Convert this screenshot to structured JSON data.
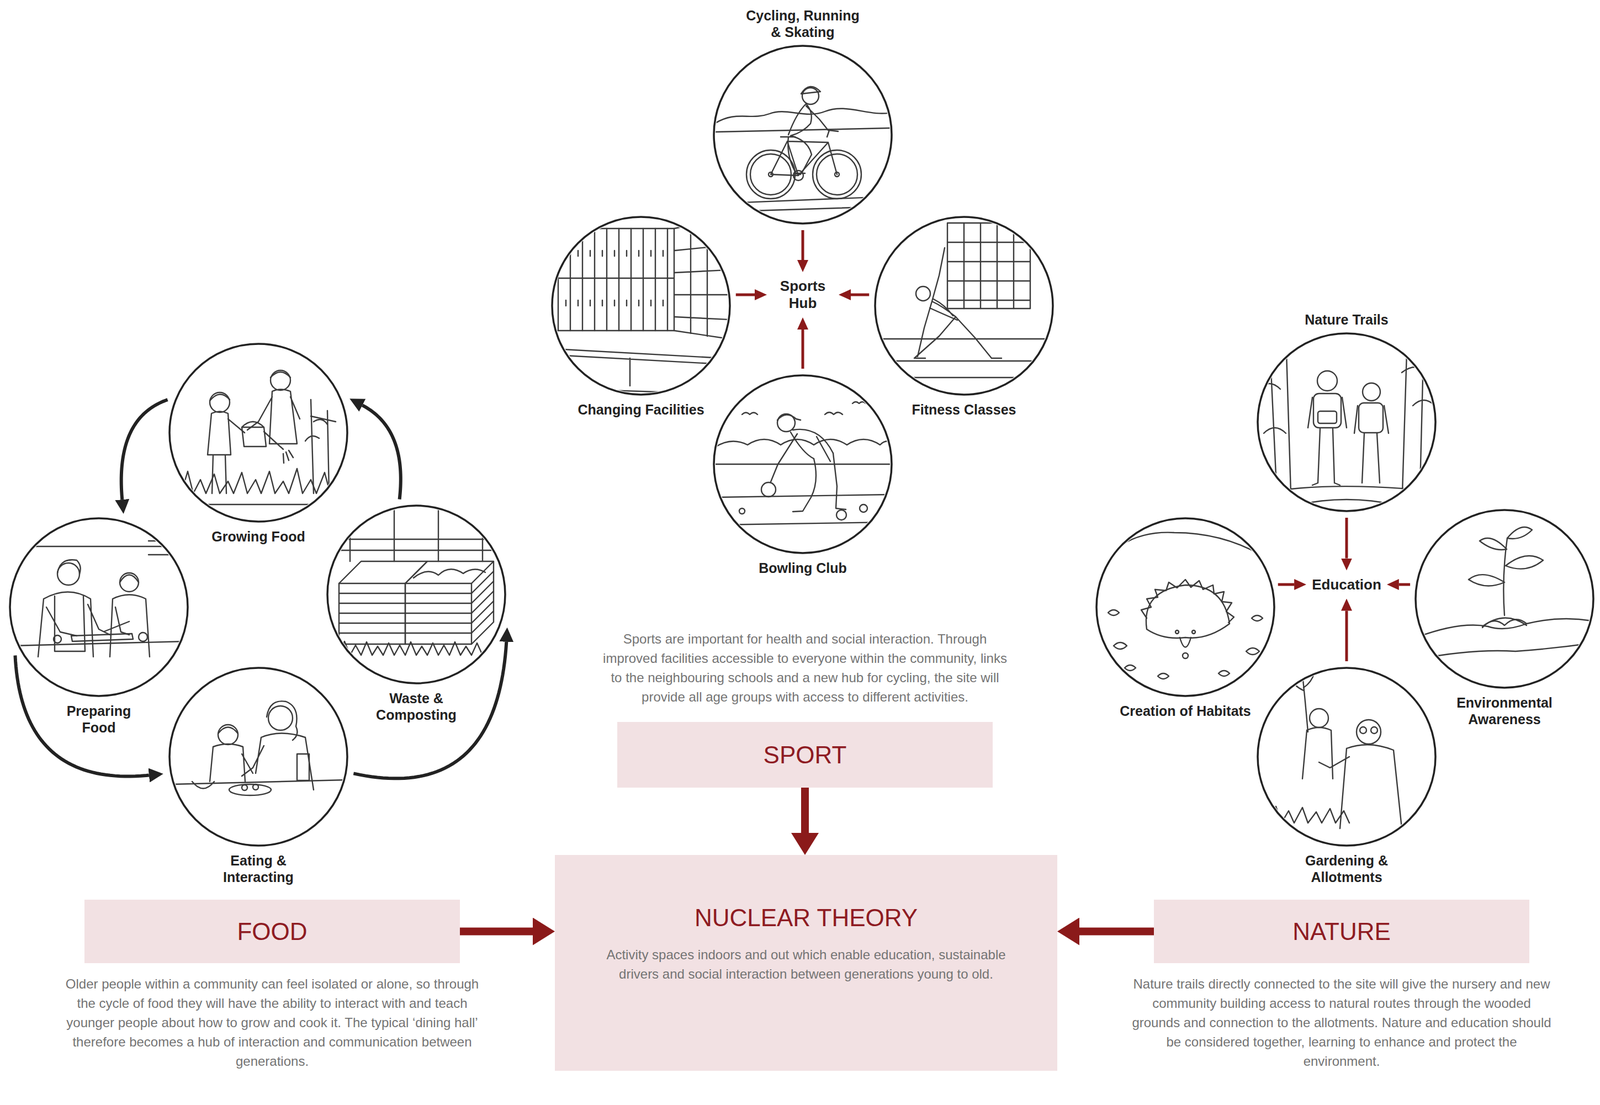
{
  "diagram": {
    "nodes": [
      {
        "text": [
          "Cycling, Running & Skating"
        ]
      },
      {
        "text": [
          "Sports Hub"
        ]
      },
      {
        "text": [
          "Changing Facilities"
        ]
      },
      {
        "text": [
          "Fitness Classes"
        ]
      },
      {
        "text": [
          "Bowling Club"
        ]
      },
      {
        "text": [
          "Nature Trails"
        ]
      },
      {
        "text": [
          "Growing Food"
        ]
      },
      {
        "text": [
          "Preparing Food"
        ]
      },
      {
        "text": [
          "Waste & Composting"
        ]
      },
      {
        "text": [
          "Education"
        ]
      },
      {
        "text": [
          "Creation of Habitats"
        ]
      },
      {
        "text": [
          "Environmental Awareness"
        ]
      },
      {
        "text": [
          "Eating & Interacting"
        ]
      },
      {
        "text": [
          "Gardening & Allotments"
        ]
      },
      {
        "text": [
          "SPORT",
          "Sports are important for health and social interaction. Through improved facilities accessible to everyone within the community, links to the neighbouring schools and a new hub for cycling, the site will provide all age groups with access to different activities."
        ]
      },
      {
        "text": [
          "FOOD",
          "Older people within a community can feel isolated or alone, so through the cycle of food they will have the ability to interact with and teach younger people about how to grow and cook it. The typical ‘dining hall’ therefore becomes a hub of interaction and communication between generations."
        ]
      },
      {
        "text": [
          "NUCLEAR THEORY",
          "Activity spaces indoors and out which enable education, sustainable drivers and social interaction between generations young to old."
        ]
      },
      {
        "text": [
          "NATURE",
          "Nature trails directly connected to the site will give the nursery and new community building access to natural routes through the wooded grounds and connection to the allotments. Nature and education should be considered together, learning to enhance and protect the environment."
        ]
      }
    ],
    "edges": [
      {
        "from": 0,
        "to": 1,
        "arrow": "to"
      },
      {
        "from": 2,
        "to": 1,
        "arrow": "to"
      },
      {
        "from": 3,
        "to": 1,
        "arrow": "to"
      },
      {
        "from": 4,
        "to": 1,
        "arrow": "to"
      },
      {
        "from": 6,
        "to": 7,
        "arrow": "to"
      },
      {
        "from": 7,
        "to": 12,
        "arrow": "to"
      },
      {
        "from": 12,
        "to": 8,
        "arrow": "to"
      },
      {
        "from": 8,
        "to": 6,
        "arrow": "to"
      },
      {
        "from": 5,
        "to": 9,
        "arrow": "to"
      },
      {
        "from": 10,
        "to": 9,
        "arrow": "to"
      },
      {
        "from": 11,
        "to": 9,
        "arrow": "to"
      },
      {
        "from": 13,
        "to": 9,
        "arrow": "to"
      },
      {
        "from": 14,
        "to": 16,
        "arrow": "to"
      },
      {
        "from": 15,
        "to": 16,
        "arrow": "to"
      },
      {
        "from": 17,
        "to": 16,
        "arrow": "to"
      }
    ]
  }
}
